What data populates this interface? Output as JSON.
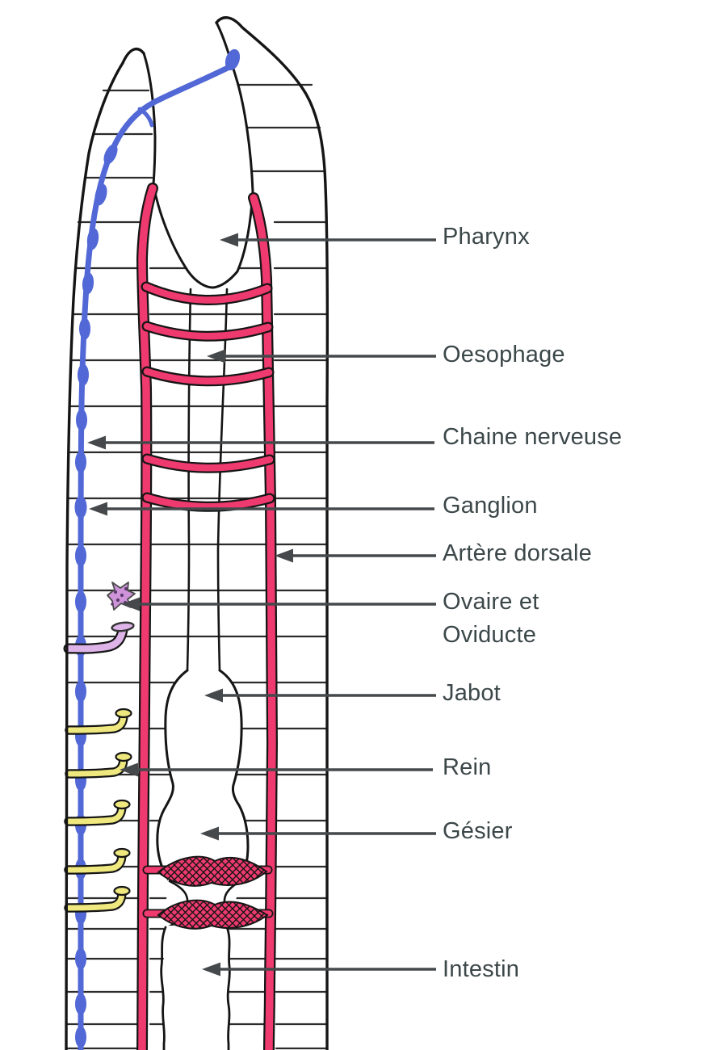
{
  "labels": [
    {
      "id": "pharynx",
      "text": "Pharynx"
    },
    {
      "id": "oesophage",
      "text": "Oesophage"
    },
    {
      "id": "chaine-nerveuse",
      "text": "Chaine nerveuse"
    },
    {
      "id": "ganglion",
      "text": "Ganglion"
    },
    {
      "id": "artere-dorsale",
      "text": "Artère dorsale"
    },
    {
      "id": "ovaire-oviducte",
      "text": "Ovaire et Oviducte"
    },
    {
      "id": "jabot",
      "text": "Jabot"
    },
    {
      "id": "rein",
      "text": "Rein"
    },
    {
      "id": "gesier",
      "text": "Gésier"
    },
    {
      "id": "intestin",
      "text": "Intestin"
    }
  ],
  "colors": {
    "vessel-pink": "#EE3A6E",
    "nerve-blue": "#5168D6",
    "nephridium-yellow": "#EFE87E",
    "ovary-purple": "#CE93D8",
    "oviduct-purple": "#DDB3E8",
    "outline-black": "#151515",
    "label-text": "#3C4749",
    "arrow-gray": "#45494B",
    "background": "#FFFFFF"
  }
}
